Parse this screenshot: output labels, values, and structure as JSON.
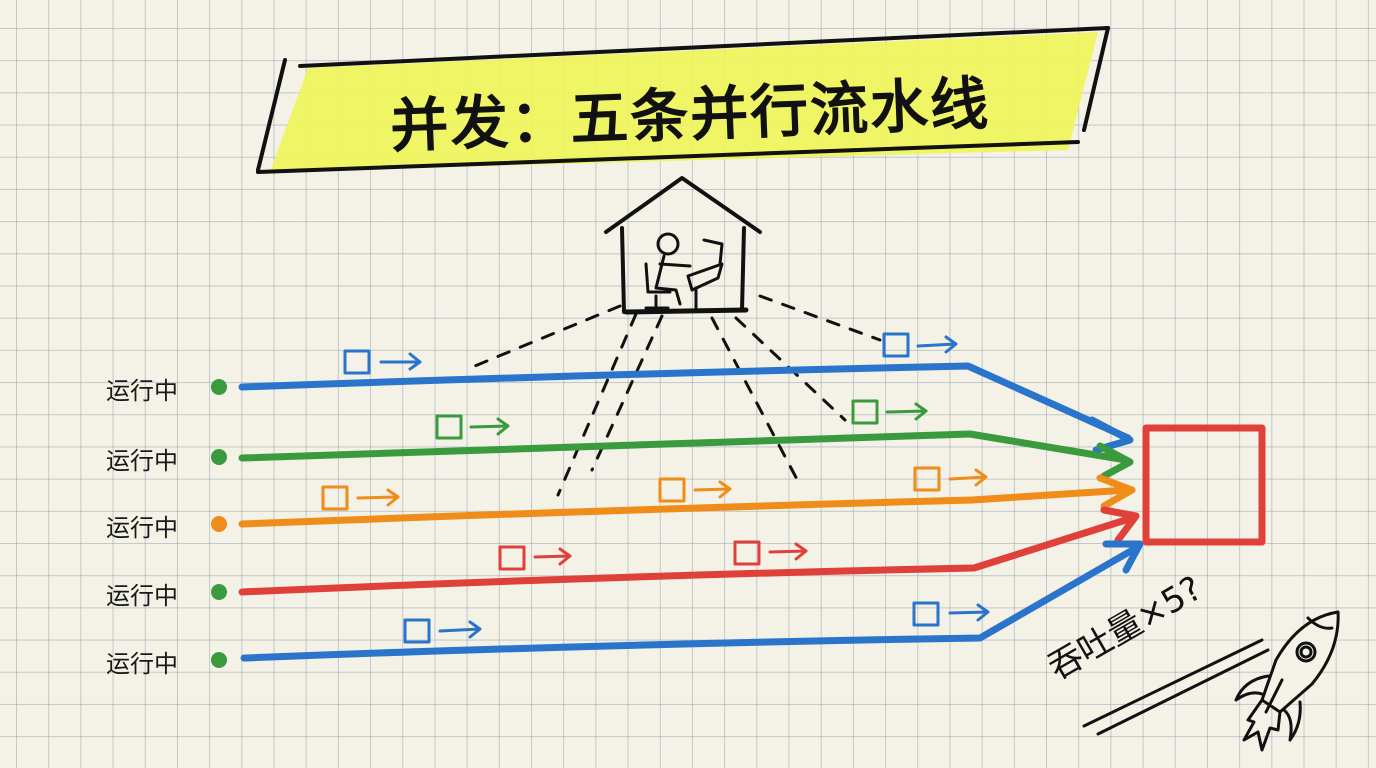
{
  "title": "并发：五条并行流水线",
  "colors": {
    "paper": "#f4f1e6",
    "grid": "#a4b0c0",
    "highlight": "#eef55a",
    "ink": "#111111",
    "blue": "#2a74cc",
    "green": "#3a9a3e",
    "orange": "#f08c1a",
    "red": "#e0403a"
  },
  "center": {
    "icon": "house-with-person-at-computer-icon"
  },
  "lanes": [
    {
      "label": "运行中",
      "dot_color": "green",
      "line_color": "blue"
    },
    {
      "label": "运行中",
      "dot_color": "green",
      "line_color": "green"
    },
    {
      "label": "运行中",
      "dot_color": "orange",
      "line_color": "orange"
    },
    {
      "label": "运行中",
      "dot_color": "green",
      "line_color": "red"
    },
    {
      "label": "运行中",
      "dot_color": "green",
      "line_color": "blue"
    }
  ],
  "target": {
    "icon": "red-box-icon"
  },
  "annotation": {
    "text": "吞吐量×5?",
    "icon": "rocket-icon"
  }
}
